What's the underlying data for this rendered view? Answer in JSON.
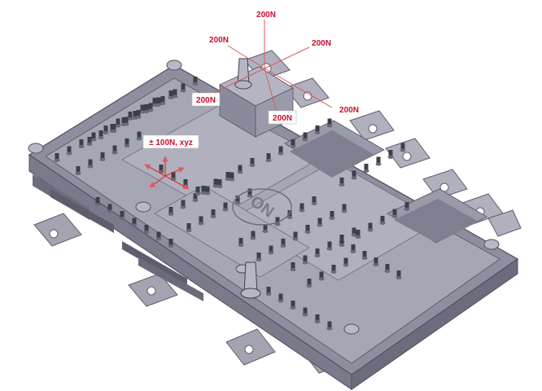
{
  "labels": {
    "force_top": "200N",
    "force_left": "200N",
    "force_right": "200N",
    "force_upper_middle": "200N",
    "force_far_right": "200N",
    "force_lower_middle": "200N",
    "pin_force": "± 100N, xyz"
  },
  "logo_text": "ON",
  "colors": {
    "module_body": "#9c9cab",
    "module_top": "#a9a9b8",
    "module_edge": "#5f5f6e",
    "pin": "#3f3f4c",
    "force_line": "#e05a5a",
    "label_text": "#c8102e"
  }
}
